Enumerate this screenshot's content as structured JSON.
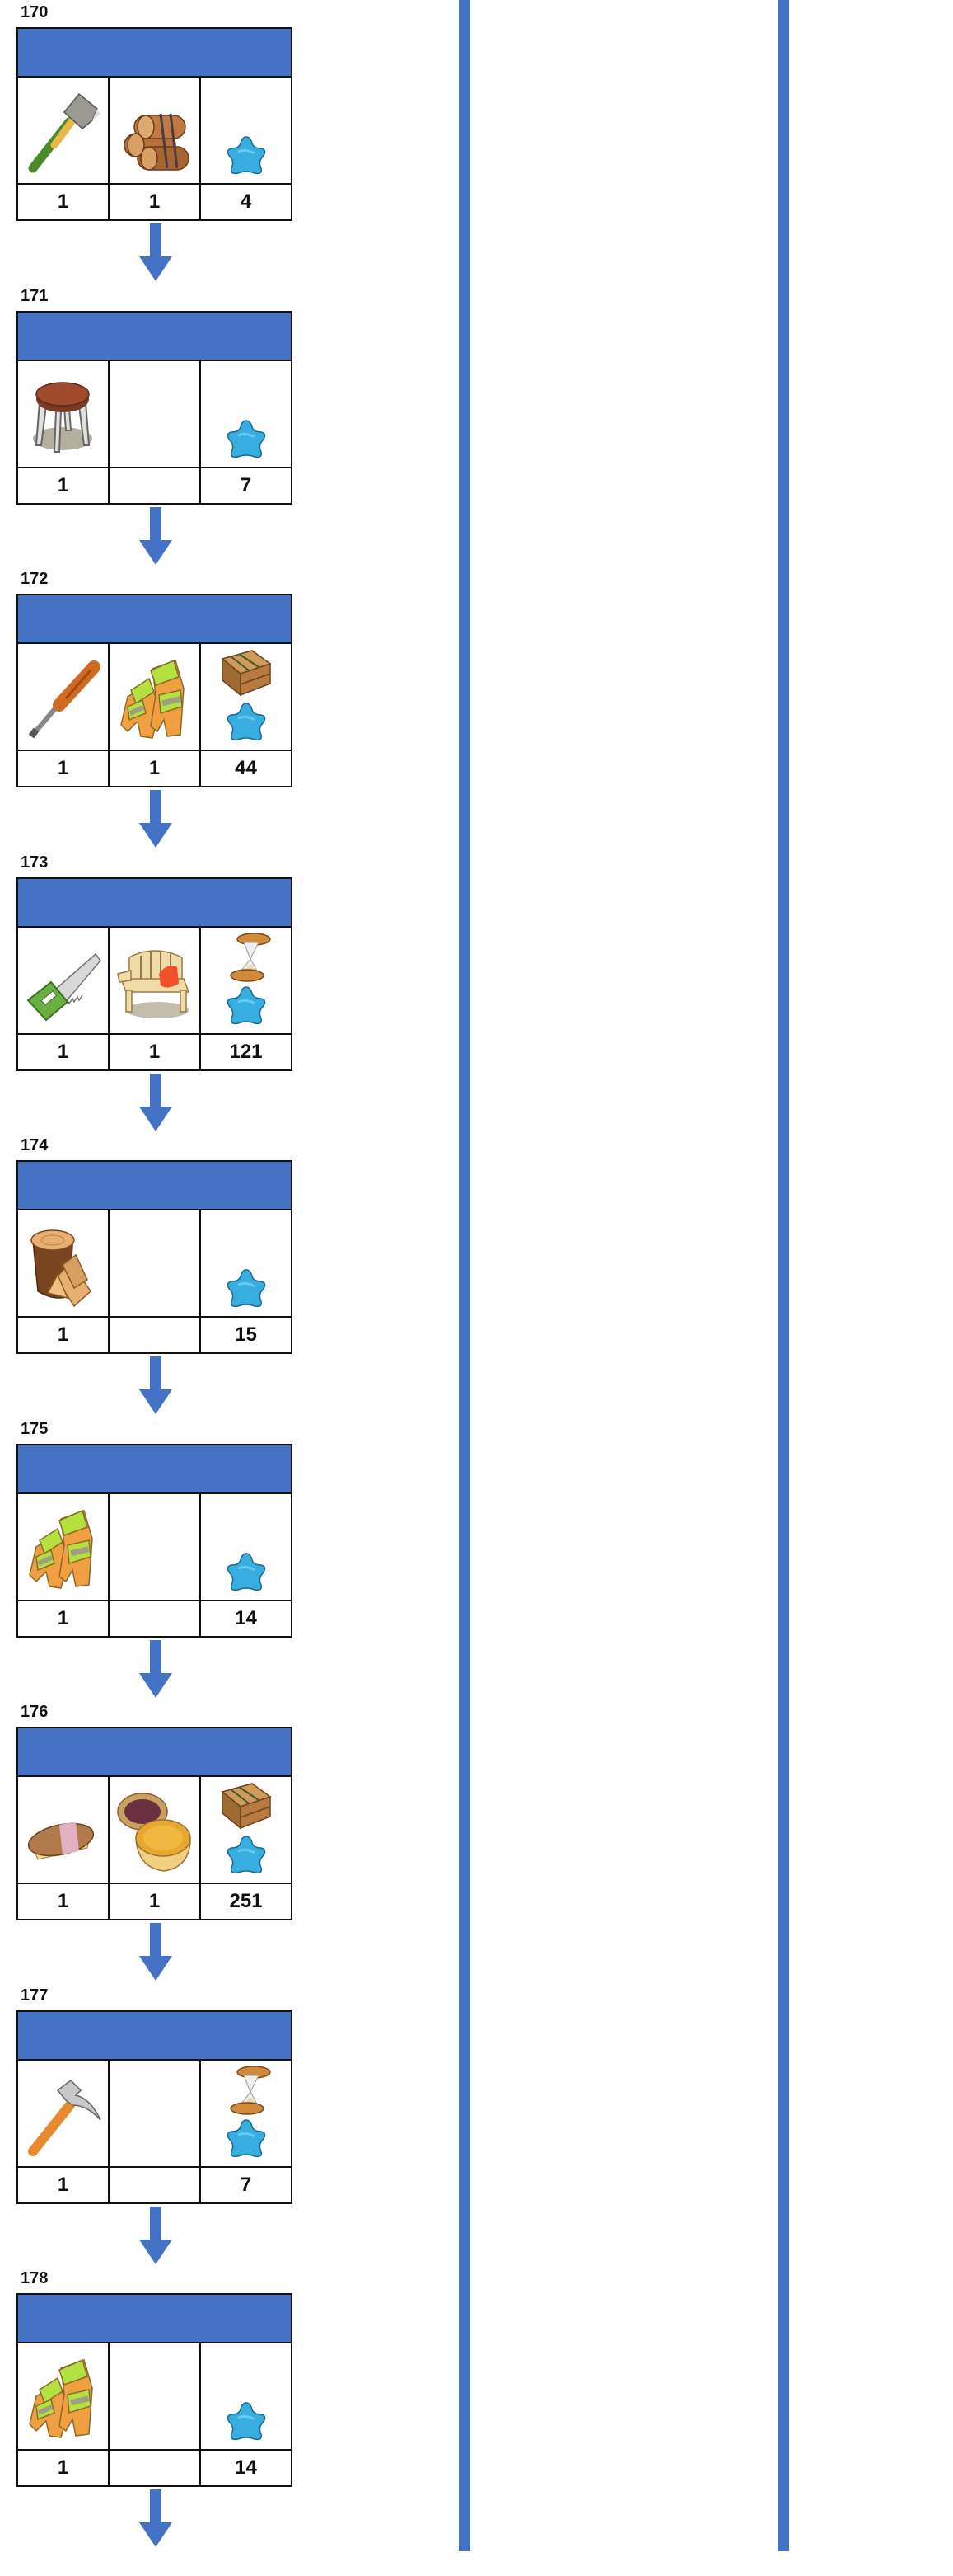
{
  "theme": {
    "accent": "#4472C4",
    "border": "#111111"
  },
  "steps": [
    {
      "label": "170",
      "items": [
        {
          "icon": "axe-icon",
          "qty": "1"
        },
        {
          "icon": "log-bundle-icon",
          "qty": "1"
        }
      ],
      "reward": {
        "extra_icon": null,
        "icon": "blue-star-icon",
        "qty": "4"
      }
    },
    {
      "label": "171",
      "items": [
        {
          "icon": "stool-icon",
          "qty": "1"
        },
        {
          "icon": null,
          "qty": ""
        }
      ],
      "reward": {
        "extra_icon": null,
        "icon": "blue-star-icon",
        "qty": "7"
      }
    },
    {
      "label": "172",
      "items": [
        {
          "icon": "screwdriver-icon",
          "qty": "1"
        },
        {
          "icon": "work-gloves-icon",
          "qty": "1"
        }
      ],
      "reward": {
        "extra_icon": "wooden-crate-icon",
        "icon": "blue-star-icon",
        "qty": "44"
      }
    },
    {
      "label": "173",
      "items": [
        {
          "icon": "hand-saw-icon",
          "qty": "1"
        },
        {
          "icon": "garden-bench-icon",
          "qty": "1"
        }
      ],
      "reward": {
        "extra_icon": "hourglass-icon",
        "icon": "blue-star-icon",
        "qty": "121"
      }
    },
    {
      "label": "174",
      "items": [
        {
          "icon": "tree-stump-icon",
          "qty": "1"
        },
        {
          "icon": null,
          "qty": ""
        }
      ],
      "reward": {
        "extra_icon": null,
        "icon": "blue-star-icon",
        "qty": "15"
      }
    },
    {
      "label": "175",
      "items": [
        {
          "icon": "work-gloves-icon",
          "qty": "1"
        },
        {
          "icon": null,
          "qty": ""
        }
      ],
      "reward": {
        "extra_icon": null,
        "icon": "blue-star-icon",
        "qty": "14"
      }
    },
    {
      "label": "176",
      "items": [
        {
          "icon": "scrub-brush-icon",
          "qty": "1"
        },
        {
          "icon": "wax-tin-icon",
          "qty": "1"
        }
      ],
      "reward": {
        "extra_icon": "wooden-crate-icon",
        "icon": "blue-star-icon",
        "qty": "251"
      }
    },
    {
      "label": "177",
      "items": [
        {
          "icon": "hammer-icon",
          "qty": "1"
        },
        {
          "icon": null,
          "qty": ""
        }
      ],
      "reward": {
        "extra_icon": "hourglass-icon",
        "icon": "blue-star-icon",
        "qty": "7"
      }
    },
    {
      "label": "178",
      "items": [
        {
          "icon": "work-gloves-icon",
          "qty": "1"
        },
        {
          "icon": null,
          "qty": ""
        }
      ],
      "reward": {
        "extra_icon": null,
        "icon": "blue-star-icon",
        "qty": "14"
      }
    }
  ]
}
